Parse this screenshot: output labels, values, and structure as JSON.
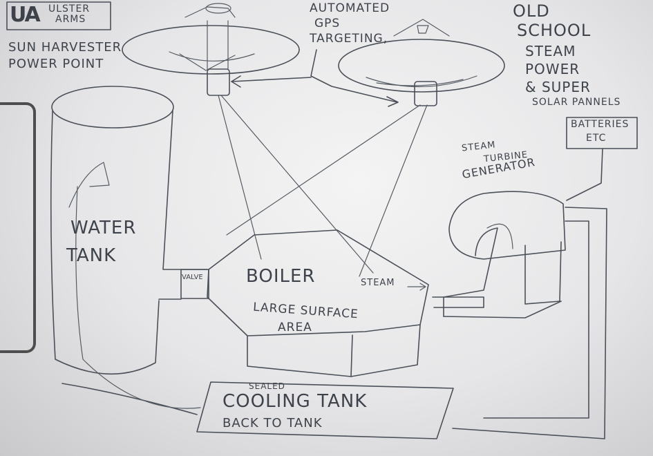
{
  "logo": {
    "initials": "UA",
    "line1": "ULSTER",
    "line2": "ARMS"
  },
  "title": {
    "line1": "SUN HARVESTER",
    "line2": "POWER POINT"
  },
  "gps_label": {
    "line1": "AUTOMATED",
    "line2": "GPS",
    "line3": "TARGETING,"
  },
  "side_note": {
    "line1": "OLD",
    "line2": "SCHOOL",
    "line3": "STEAM",
    "line4": "POWER",
    "line5": "& SUPER",
    "line6": "SOLAR PANNELS"
  },
  "batteries": {
    "line1": "BATTERIES",
    "line2": "ETC"
  },
  "turbine": {
    "line1": "STEAM",
    "line2": "TURBINE",
    "line3": "GENERATOR"
  },
  "water_tank": {
    "line1": "WATER",
    "line2": "TANK"
  },
  "valve": "VALVE",
  "boiler": {
    "label": "BOILER",
    "steam": "STEAM",
    "surface_line1": "LARGE SURFACE",
    "surface_line2": "AREA"
  },
  "cooling": {
    "sealed": "SEALED",
    "label": "COOLING TANK",
    "sub": "BACK TO TANK"
  },
  "colors": {
    "ink": "#4a4f58",
    "paper": "#eeeeef"
  }
}
